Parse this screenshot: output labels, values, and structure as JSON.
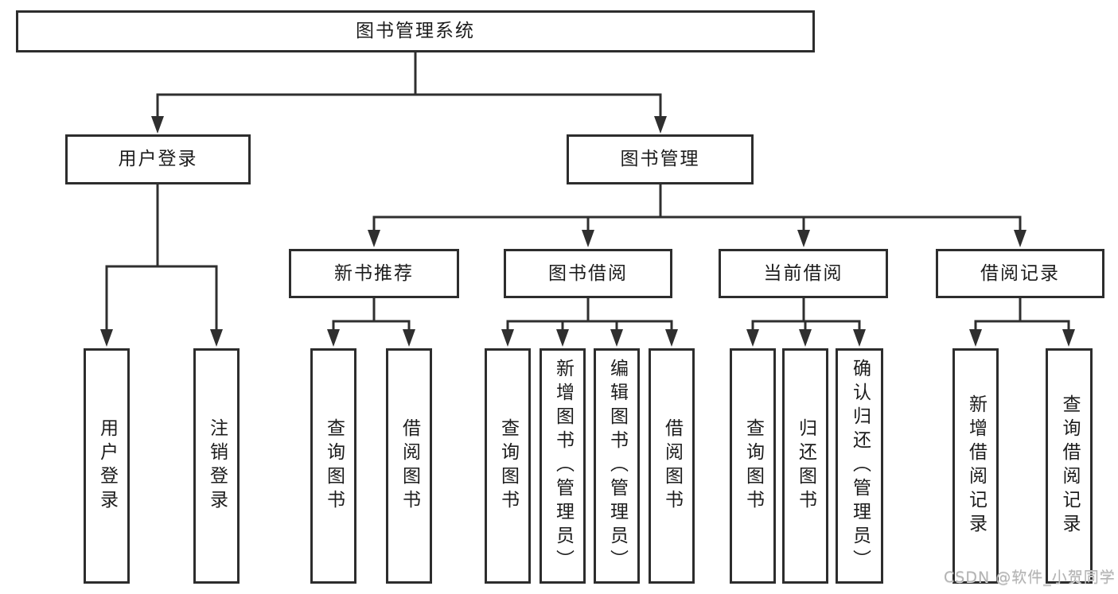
{
  "diagram": {
    "root": {
      "label": "图书管理系统"
    },
    "branches": [
      {
        "label": "用户登录",
        "children": [
          "用户登录",
          "注销登录"
        ]
      },
      {
        "label": "图书管理",
        "children": [
          {
            "label": "新书推荐",
            "children": [
              "查询图书",
              "借阅图书"
            ]
          },
          {
            "label": "图书借阅",
            "children": [
              "查询图书",
              "新增图书（管理员）",
              "编辑图书（管理员）",
              "借阅图书"
            ]
          },
          {
            "label": "当前借阅",
            "children": [
              "查询图书",
              "归还图书",
              "确认归还（管理员）"
            ]
          },
          {
            "label": "借阅记录",
            "children": [
              "新增借阅记录",
              "查询借阅记录"
            ]
          }
        ]
      }
    ],
    "colors": {
      "line": "#2f2f2f",
      "box_border": "#2d2d2d",
      "text": "#1c1c1c",
      "box_background": "#ffffff",
      "page_background": "#ffffff",
      "watermark": "#b3b3b3"
    }
  },
  "watermark": {
    "text": "CSDN @软件_小贺同学"
  }
}
